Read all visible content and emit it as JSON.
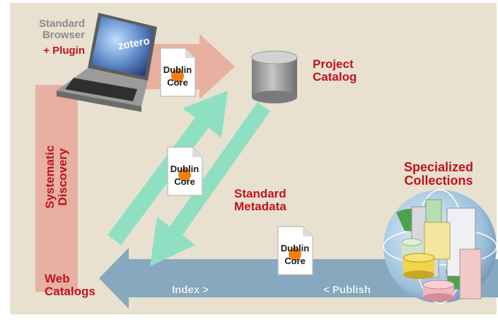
{
  "labels": {
    "browser_line1": "Standard",
    "browser_line2": "Browser",
    "browser_line3": "+ Plugin",
    "project_catalog_line1": "Project",
    "project_catalog_line2": "Catalog",
    "systematic_discovery_line1": "Systematic",
    "systematic_discovery_line2": "Discovery",
    "specialized_line1": "Specialized",
    "specialized_line2": "Collections",
    "standard_metadata_line1": "Standard",
    "standard_metadata_line2": "Metadata",
    "web_catalogs_line1": "Web",
    "web_catalogs_line2": "Catalogs",
    "index": "Index >",
    "publish": "< Publish"
  },
  "dublin_core": {
    "line1": "Dublin",
    "line2": "Core"
  },
  "screen_logo": {
    "brand": "zotero"
  },
  "colors": {
    "background": "#e8e1cf",
    "salmon_arrow": "#e7b0a0",
    "teal_arrow": "#8fe0c2",
    "blue_arrow": "#86a9bf",
    "label_red": "#c0121e",
    "label_gray": "#8c8c8c",
    "dublin_orange": "#f07f10"
  }
}
